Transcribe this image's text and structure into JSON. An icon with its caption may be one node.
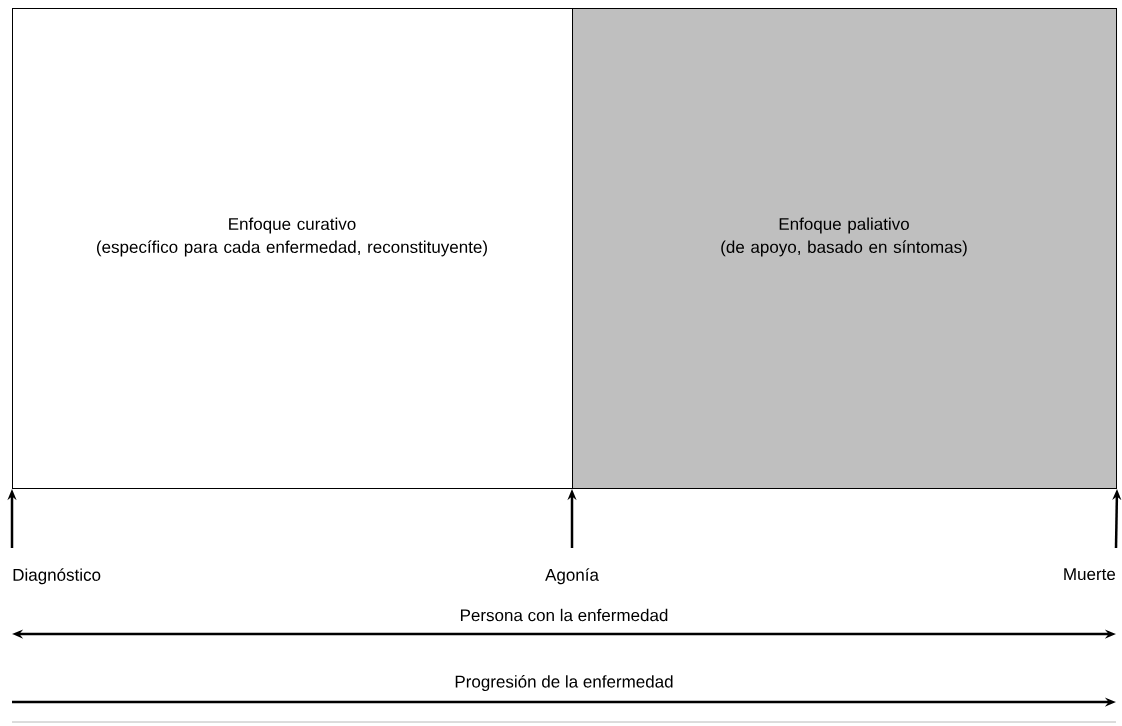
{
  "diagram": {
    "nodes": [
      {
        "text": [
          "Enfoque curativo",
          "(específico para cada enfermedad, reconstituyente)"
        ]
      },
      {
        "text": [
          "Enfoque paliativo",
          "(de apoyo, basado en síntomas)"
        ]
      },
      {
        "text": [
          "Diagnóstico"
        ]
      },
      {
        "text": [
          "Agonía"
        ]
      },
      {
        "text": [
          "Muerte"
        ]
      }
    ],
    "edges": [
      {
        "from": 2,
        "to": 0,
        "arrow": "to"
      },
      {
        "from": 3,
        "to": 1,
        "arrow": "to"
      },
      {
        "from": 4,
        "to": 1,
        "arrow": "to"
      }
    ],
    "labels": [
      "Persona con la enfermedad",
      "Progresión de la enfermedad"
    ]
  }
}
